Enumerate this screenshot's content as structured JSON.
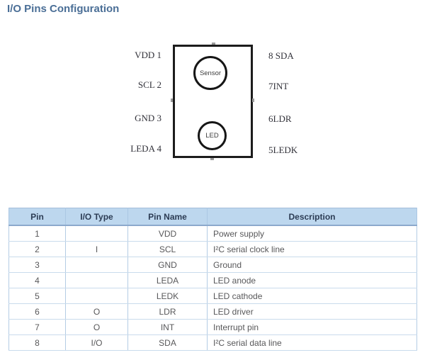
{
  "page": {
    "title": "I/O Pins Configuration"
  },
  "diagram": {
    "left_pins": [
      "VDD 1",
      "SCL 2",
      "GND 3",
      "LEDA 4"
    ],
    "right_pins": [
      "8 SDA",
      "7INT",
      "6LDR",
      "5LEDK"
    ],
    "sensor_label": "Sensor",
    "led_label": "LED"
  },
  "table": {
    "headers": [
      "Pin",
      "I/O Type",
      "Pin Name",
      "Description"
    ],
    "rows": [
      [
        "1",
        "",
        "VDD",
        "Power supply"
      ],
      [
        "2",
        "I",
        "SCL",
        "I²C serial clock line"
      ],
      [
        "3",
        "",
        "GND",
        "Ground"
      ],
      [
        "4",
        "",
        "LEDA",
        "LED anode"
      ],
      [
        "5",
        "",
        "LEDK",
        "LED cathode"
      ],
      [
        "6",
        "O",
        "LDR",
        "LED driver"
      ],
      [
        "7",
        "O",
        "INT",
        "Interrupt pin"
      ],
      [
        "8",
        "I/O",
        "SDA",
        "I²C serial data line"
      ]
    ]
  },
  "colors": {
    "title_text": "#4a6e96",
    "header_bg": "#bdd7ee",
    "header_text": "#2c3c54",
    "body_text": "#58585a",
    "table_border": "#a3beda",
    "row_border": "#c9dbec",
    "package_outline": "#1c1c1c"
  }
}
